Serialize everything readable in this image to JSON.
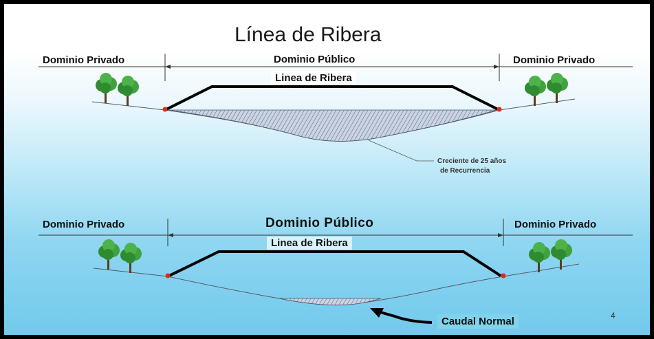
{
  "title": "Línea de Ribera",
  "top": {
    "left_label": "Dominio Privado",
    "center_label": "Dominio Público",
    "right_label": "Dominio Privado",
    "ribera_label": "Linea de Ribera",
    "annotation_line1": "Creciente de 25 años",
    "annotation_line2": "de Recurrencia"
  },
  "bottom": {
    "left_label": "Dominio Privado",
    "center_label": "Dominio Público",
    "right_label": "Dominio Privado",
    "ribera_label": "Linea de Ribera",
    "annotation": "Caudal Normal"
  },
  "slide_number": "4",
  "colors": {
    "bank_marker": "#e0281e",
    "ribera_line": "#000000",
    "water_fill": "#9aa6bc",
    "tree_green": "#3c9a3a"
  }
}
